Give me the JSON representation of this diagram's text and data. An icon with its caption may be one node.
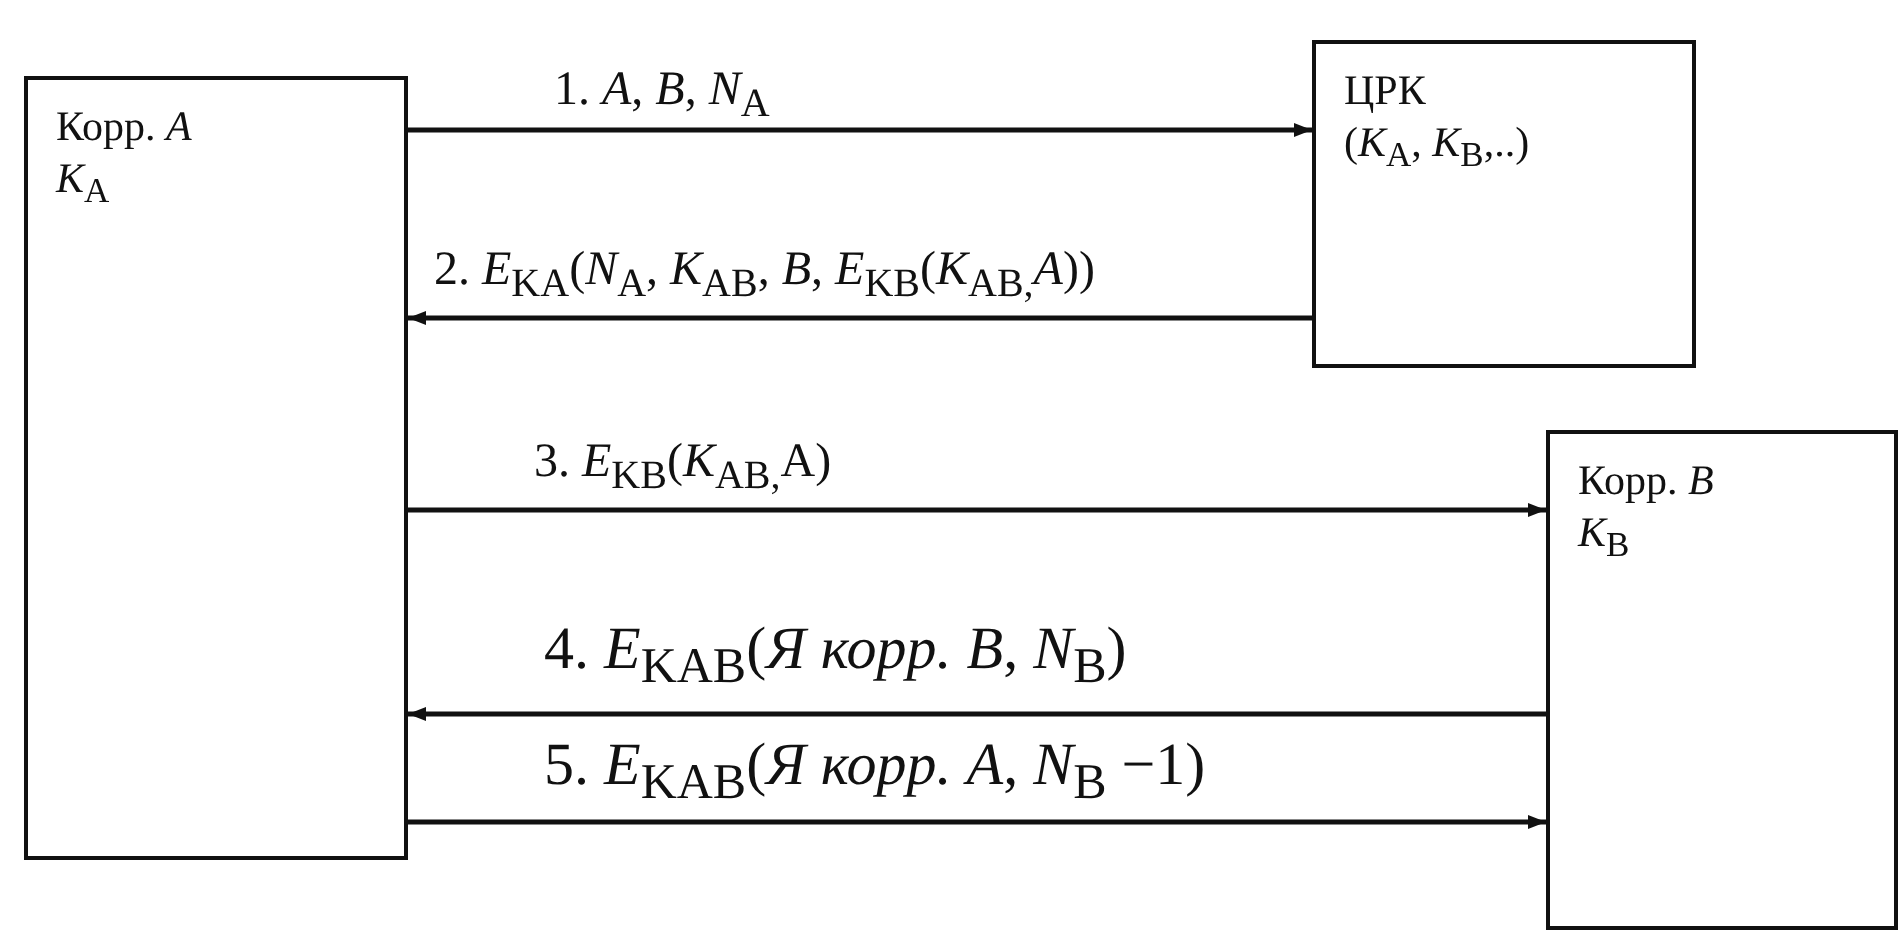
{
  "diagram": {
    "nodes": [
      {
        "text": [
          "Корр. *A*",
          "*K*$_{A}$"
        ]
      },
      {
        "text": [
          "ЦРК",
          "(*K*$_{A}$, *K*$_{B}$,..)"
        ]
      },
      {
        "text": [
          "Корр. *B*",
          "*K*$_{B}$"
        ]
      }
    ],
    "edges": [
      {
        "from": 0,
        "to": 1,
        "arrow": "to",
        "label": "1. *A*, *B*, *N*$_{A}$"
      },
      {
        "from": 1,
        "to": 0,
        "arrow": "to",
        "label": "2. *E*$_{KA}$(*N*$_{A}$, *K*$_{AB}$, *B*, *E*$_{KB}$(*K*$_{AB,}$*A*))"
      },
      {
        "from": 0,
        "to": 2,
        "arrow": "to",
        "label": "3. *E*$_{KB}$(*K*$_{AB,}$A)"
      },
      {
        "from": 2,
        "to": 0,
        "arrow": "to",
        "label": "4. *E*$_{KAB}$(*Я корр. B*, *N*$_{B}$)"
      },
      {
        "from": 0,
        "to": 2,
        "arrow": "to",
        "label": "5. *E*$_{KAB}$(*Я корр. A*, *N*$_{B}$ −1)"
      }
    ]
  }
}
